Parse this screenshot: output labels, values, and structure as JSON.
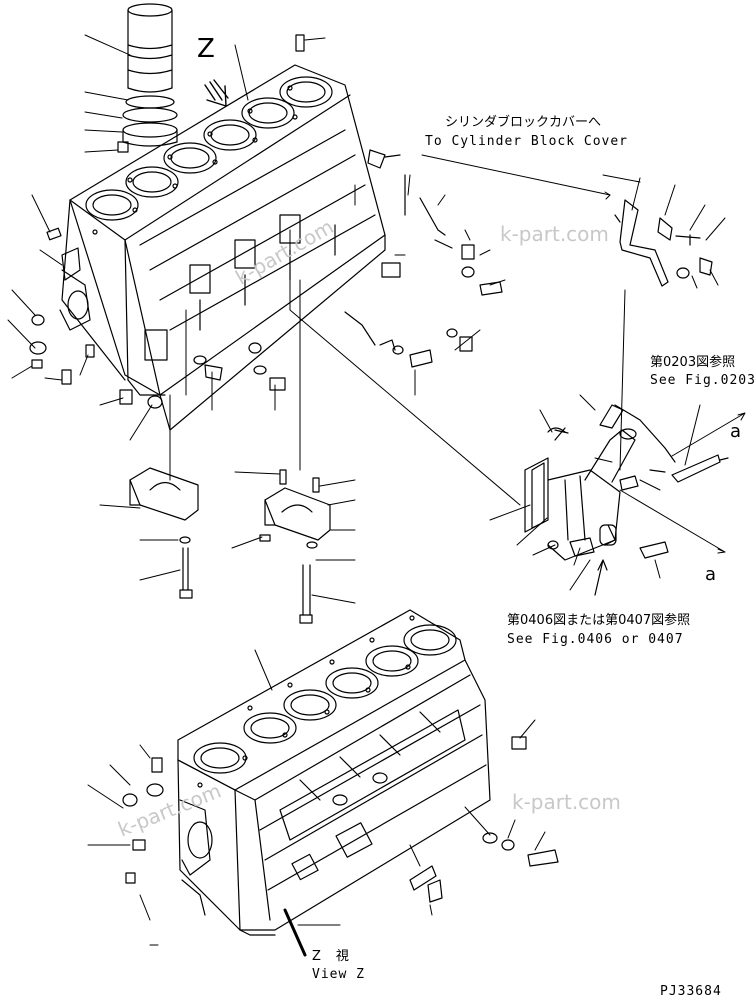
{
  "annotations": {
    "view_marker": "Z",
    "cover_ref_jp": "シリンダブロックカバーへ",
    "cover_ref_en": "To Cylinder Block Cover",
    "fig_ref_1_jp": "第0203図参照",
    "fig_ref_1_en": "See Fig.0203",
    "fig_ref_2_jp": "第0406図または第0407図参照",
    "fig_ref_2_en": "See Fig.0406 or 0407",
    "arrow_a_upper": "a",
    "arrow_a_lower": "a",
    "view_z_jp": "Z　視",
    "view_z_en": "View Z",
    "drawing_id": "PJ33684"
  },
  "watermarks": [
    "k-part.com",
    "k-part.com",
    "k-part.com",
    "k-part.com"
  ]
}
